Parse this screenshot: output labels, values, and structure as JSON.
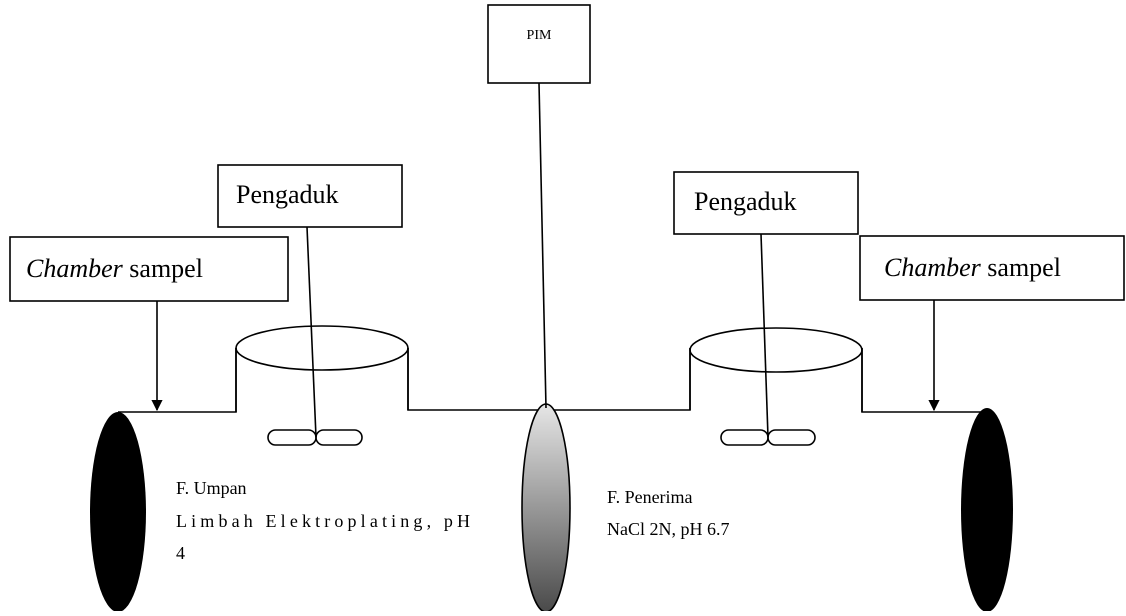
{
  "diagram": {
    "pim_label": "PIM",
    "stirrer_left": "Pengaduk",
    "stirrer_right": "Pengaduk",
    "chamber_left": {
      "italic": "Chamber",
      "rest": " sampel"
    },
    "chamber_right": {
      "italic": "Chamber",
      "rest": " sampel"
    },
    "feed": {
      "line1": "F. Umpan",
      "line2": "Limbah Elektroplating, pH",
      "line3": "4"
    },
    "receiver": {
      "line1": "F. Penerima",
      "line2": "NaCl 2N, pH 6.7"
    },
    "colors": {
      "line": "#000000",
      "end_cap": "#000000",
      "membrane_light": "#e6e6e6",
      "membrane_dark": "#4a4a4a"
    }
  }
}
